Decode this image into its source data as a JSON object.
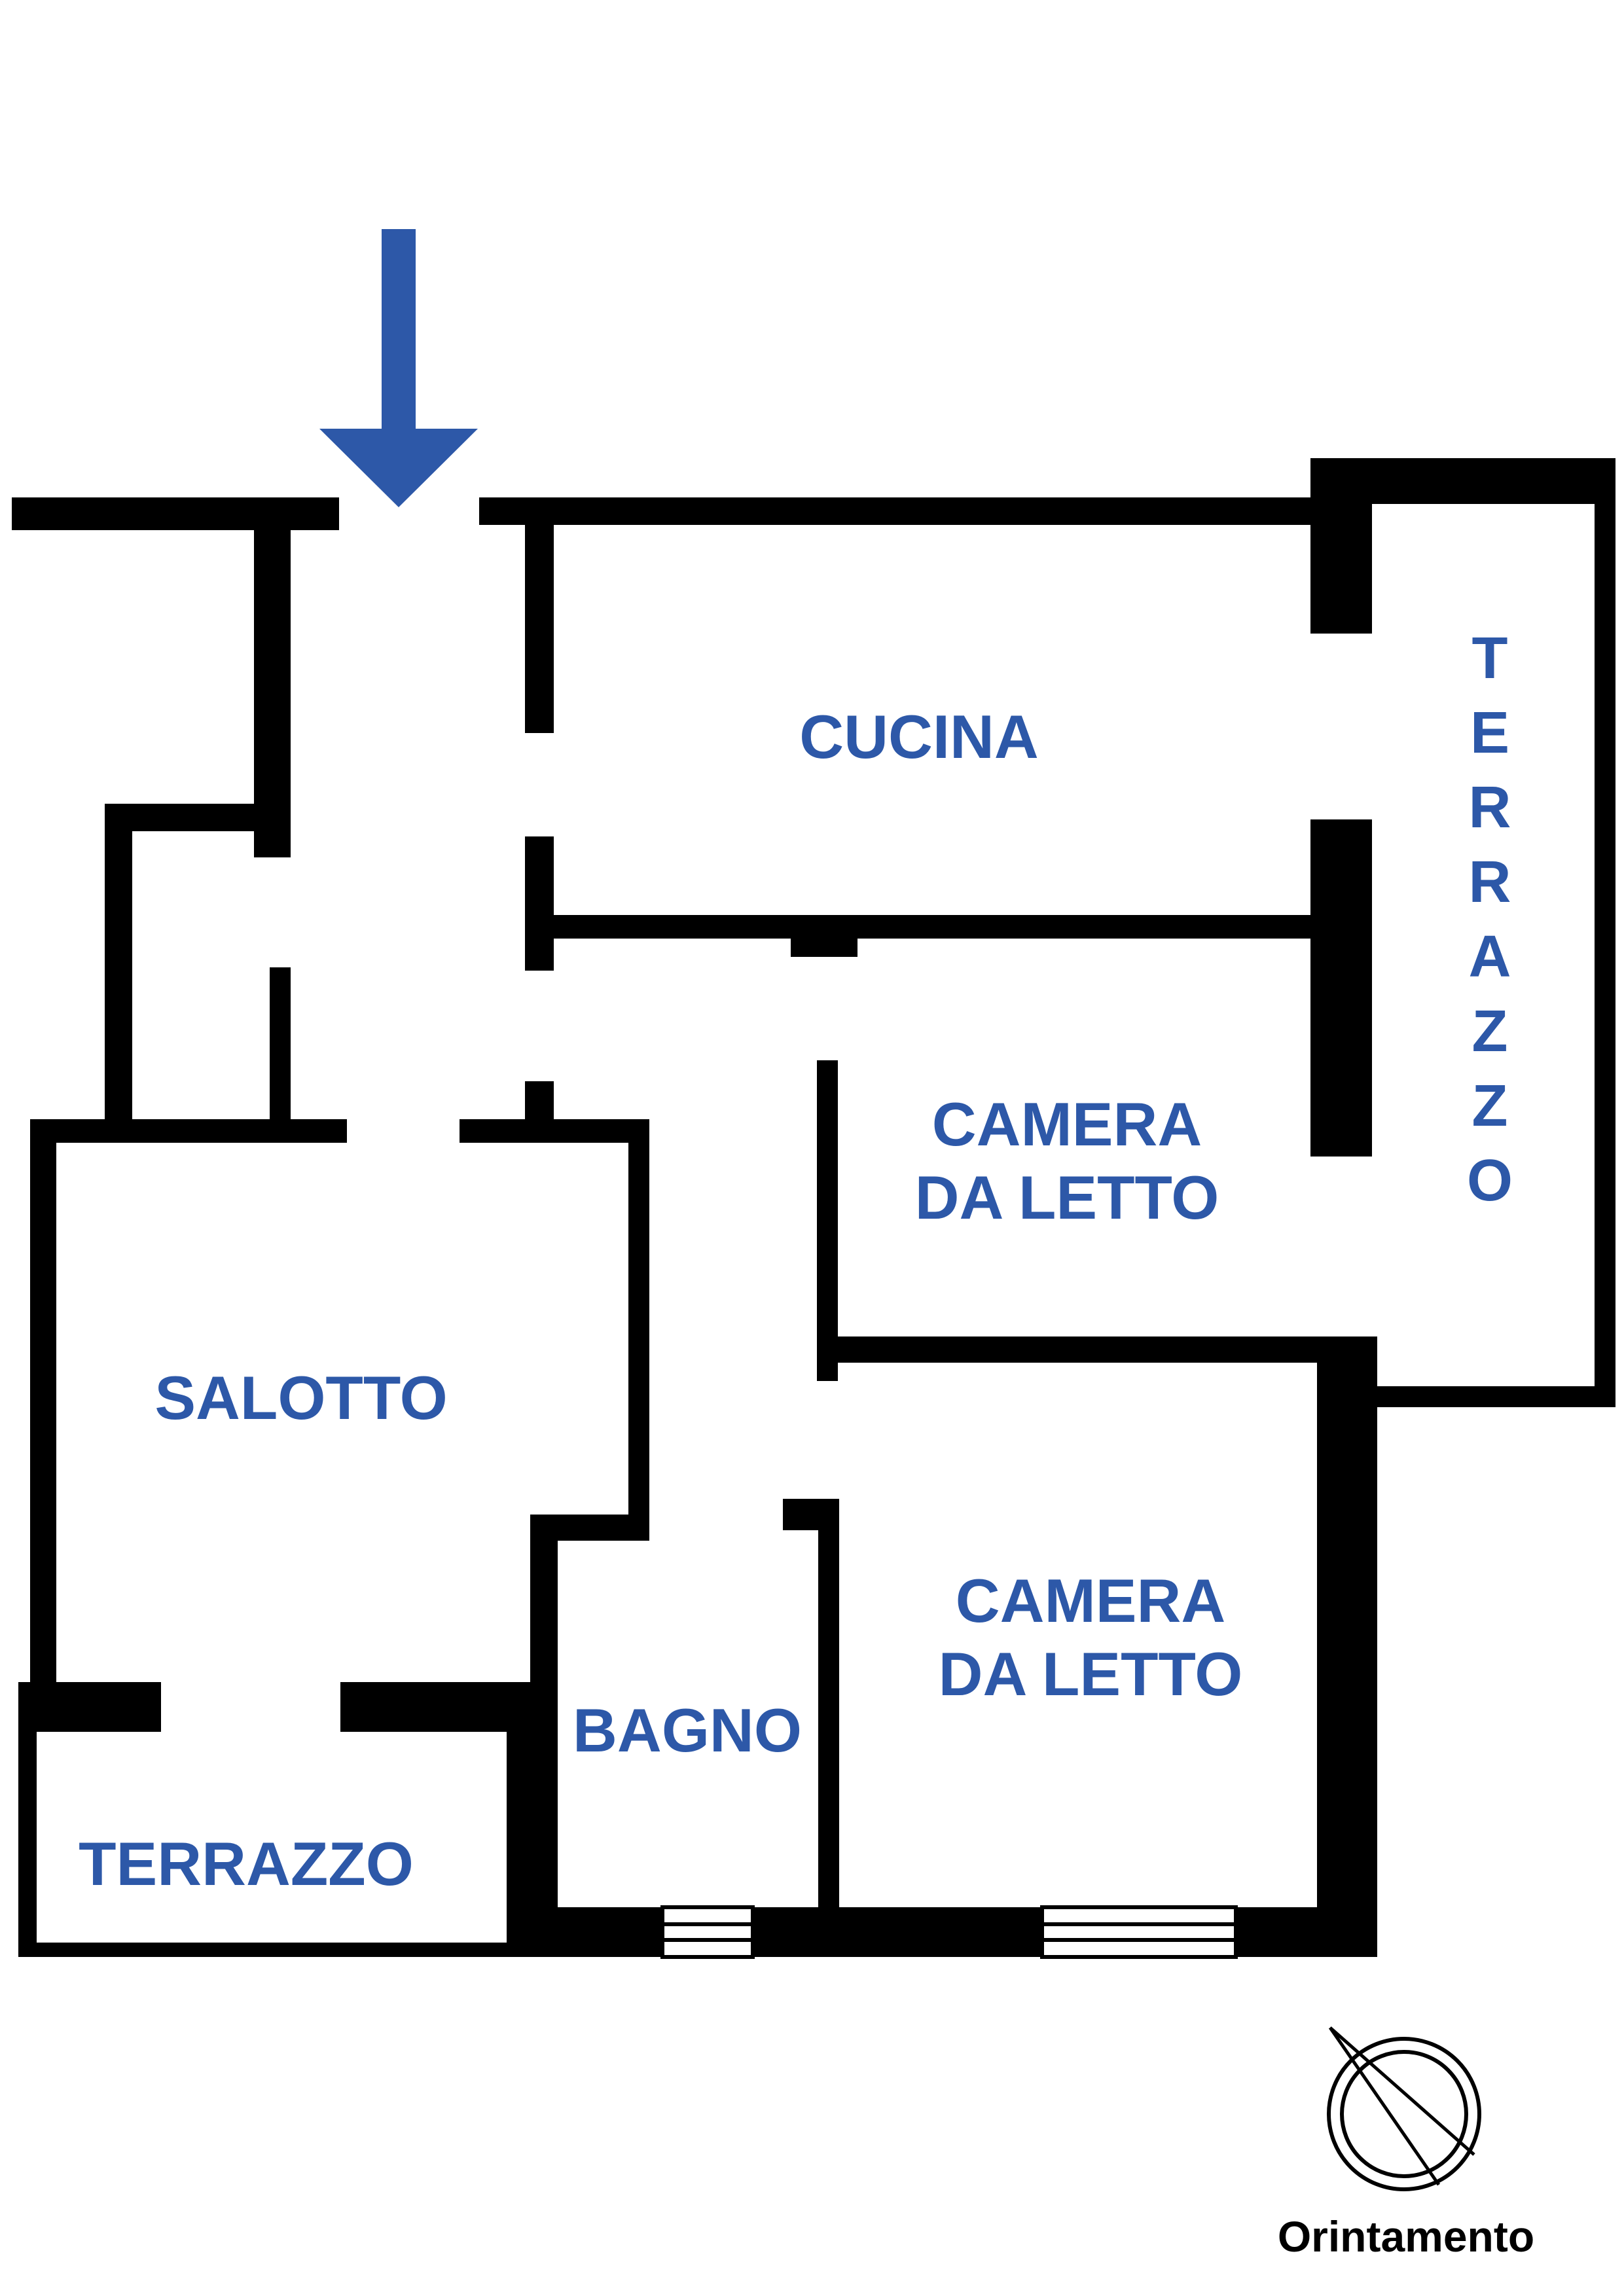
{
  "colors": {
    "wall": "#000000",
    "label": "#2d58a8",
    "entrance_arrow": "#2d58a8",
    "background": "#ffffff"
  },
  "rooms": {
    "cucina": "CUCINA",
    "camera1_line1": "CAMERA",
    "camera1_line2": "DA LETTO",
    "camera2_line1": "CAMERA",
    "camera2_line2": "DA LETTO",
    "salotto": "SALOTTO",
    "bagno": "BAGNO",
    "terrazzo_south": "TERRAZZO",
    "terrazzo_east_letters": [
      "T",
      "E",
      "R",
      "R",
      "A",
      "Z",
      "Z",
      "O"
    ]
  },
  "entrance": {
    "icon": "arrow-down-icon"
  },
  "compass": {
    "icon": "compass-icon",
    "label": "Orintamento"
  }
}
